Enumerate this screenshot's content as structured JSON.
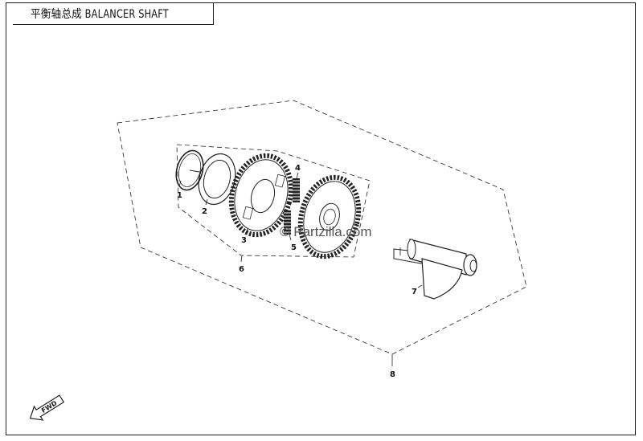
{
  "title": "平衡轴总成 BALANCER SHAFT",
  "watermark": "© Partzilla.com",
  "fwd_label": "FWD",
  "callouts": {
    "c1": "1",
    "c2": "2",
    "c3": "3",
    "c4": "4",
    "c5": "5",
    "c6": "6",
    "c7": "7",
    "c8": "8"
  },
  "colors": {
    "line": "#222222",
    "background": "#ffffff"
  }
}
